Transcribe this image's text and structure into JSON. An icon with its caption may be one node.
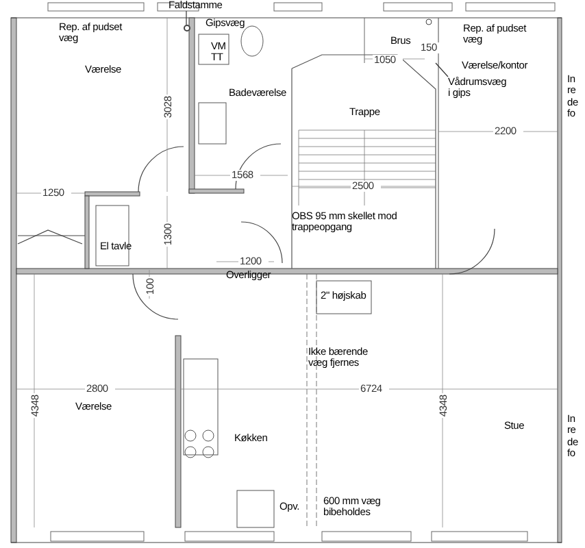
{
  "diagram": {
    "nodes": [
      {
        "text": [
          "Faldstamme"
        ]
      },
      {
        "text": [
          "Vådrumsvæg i gips"
        ]
      },
      {
        "text": [],
        "shape": "circle"
      }
    ],
    "edges": [
      {
        "from": 0,
        "to": 2,
        "arrow": "none"
      },
      {
        "from": 1,
        "to": null,
        "arrow": "none"
      }
    ],
    "labels": [
      "Rep. af pudset væg",
      "Gipsvæg",
      "VM TT",
      "Brus",
      "150",
      "1050",
      "Rep. af pudset væg",
      "Værelse",
      "3028",
      "Badeværelse",
      "Værelse/kontor",
      "Trappe",
      "2200",
      "In re de fo",
      "1568",
      "2500",
      "1250",
      "OBS 95 mm skellet mod trappeopgang",
      "1300",
      "El tavle",
      "1200",
      "Overligger",
      "100",
      "2\" højskab",
      "Ikke bærende væg fjernes",
      "2800",
      "6724",
      "4348",
      "Værelse",
      "4348",
      "Køkken",
      "Stue",
      "In re de fo",
      "Opv.",
      "600 mm væg bibeholdes"
    ]
  }
}
